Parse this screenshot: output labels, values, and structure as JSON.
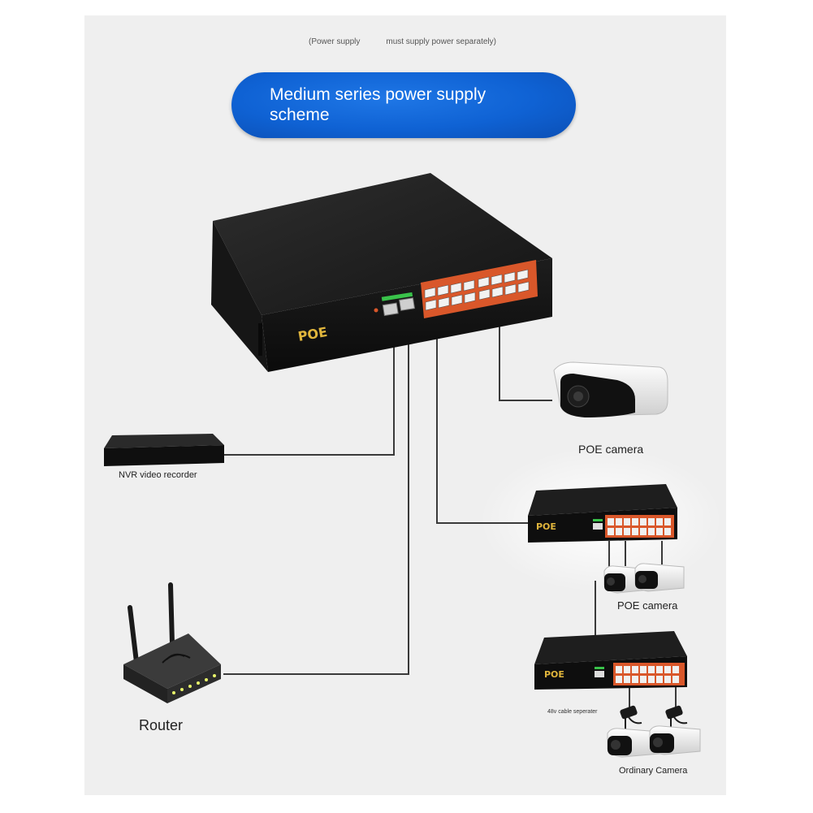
{
  "note": {
    "left": "(Power supply",
    "right": "must supply power separately)"
  },
  "banner": {
    "title": "Medium series power supply scheme"
  },
  "switch": {
    "brand": "POE"
  },
  "labels": {
    "poe_camera_top": "POE camera",
    "nvr": "NVR video recorder",
    "poe_camera_middle": "POE camera",
    "router": "Router",
    "separator": "48v cable seperater",
    "ordinary_camera": "Ordinary Camera"
  },
  "colors": {
    "banner_blue": "#0f62d4",
    "port_orange": "#d9572a",
    "port_green": "#39c24a",
    "switch_body": "#1c1c1c",
    "brand_gold": "#e0b53c"
  }
}
